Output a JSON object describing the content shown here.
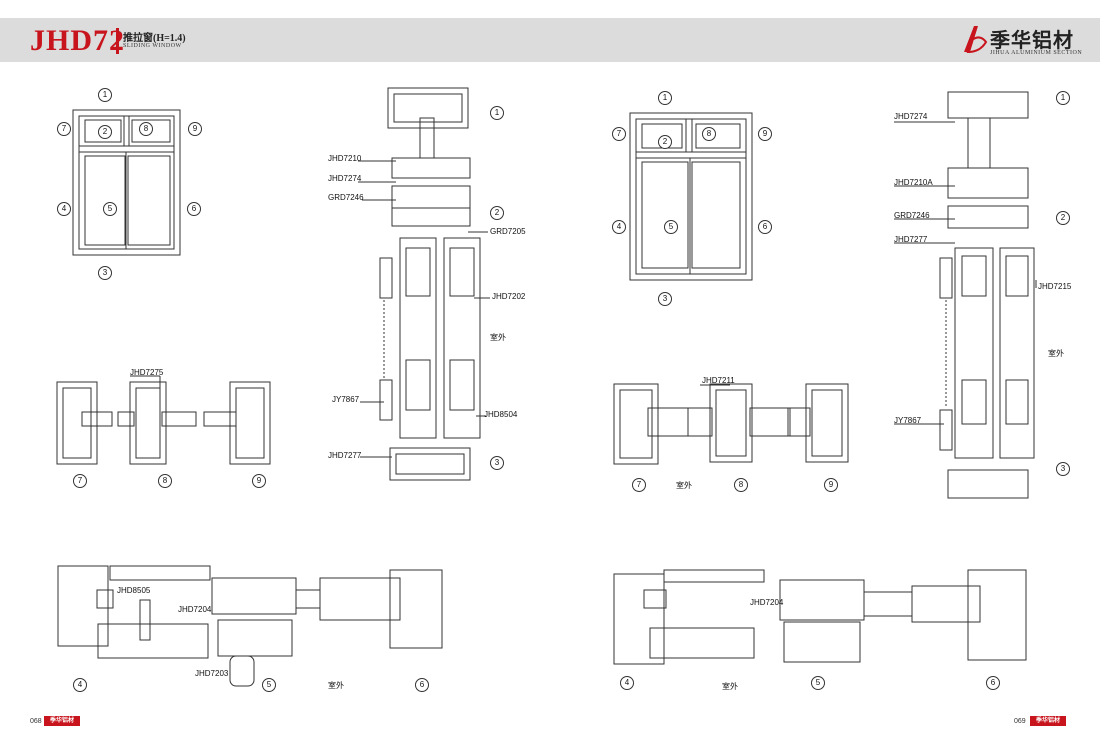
{
  "header": {
    "model": "JHD72",
    "title_cn": "推拉窗(H=1.4)",
    "title_en": "SLIDING WINDOW",
    "brand_cn": "季华铝材",
    "brand_en": "JIHUA ALUMINIUM SECTION",
    "accent": "#c8141c"
  },
  "numbers": [
    "1",
    "2",
    "3",
    "4",
    "5",
    "6",
    "7",
    "8",
    "9"
  ],
  "left_page": {
    "callouts": {
      "jhd7210": "JHD7210",
      "jhd7274": "JHD7274",
      "grd7246": "GRD7246",
      "grd7205": "GRD7205",
      "jhd7202": "JHD7202",
      "jy7867": "JY7867",
      "jhd8504": "JHD8504",
      "jhd7277": "JHD7277",
      "jhd7275": "JHD7275",
      "jhd8505": "JHD8505",
      "jhd7204": "JHD7204",
      "jhd7203": "JHD7203"
    },
    "outdoor_1": "室外",
    "outdoor_2": "室外",
    "page_no": "068"
  },
  "right_page": {
    "callouts": {
      "jhd7274": "JHD7274",
      "jhd7210a": "JHD7210A",
      "grd7246": "GRD7246",
      "jhd7277": "JHD7277",
      "jhd7215": "JHD7215",
      "jy7867": "JY7867",
      "jhd7211": "JHD7211",
      "jhd7204": "JHD7204"
    },
    "outdoor_1": "室外",
    "outdoor_2": "室外",
    "outdoor_3": "室外",
    "page_no": "069"
  },
  "footer": {
    "logo_text": "季华铝材"
  },
  "icons": {
    "brand": "brand-logo-icon"
  }
}
